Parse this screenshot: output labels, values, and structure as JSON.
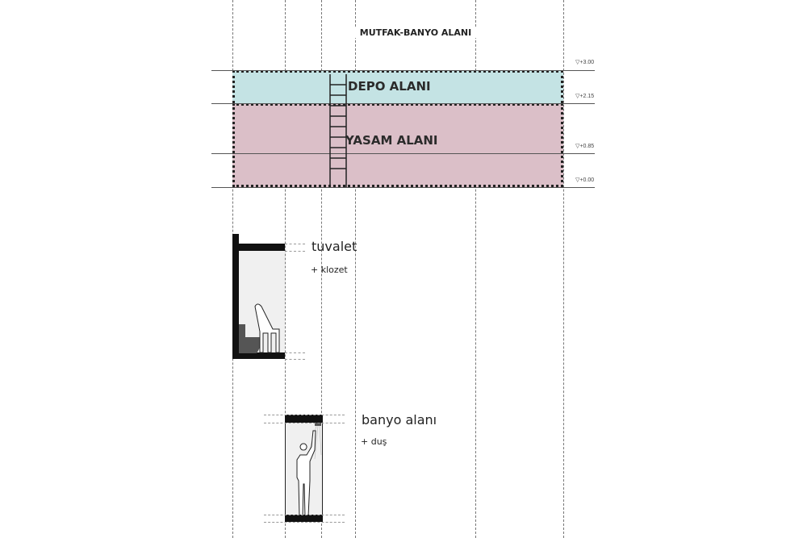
{
  "title": "MUTFAK-BANYO ALANI",
  "zones": [
    {
      "label": "DEPO ALANI",
      "color": "#c4e3e4"
    },
    {
      "label": "YASAM ALANI",
      "color": "#dbbfc8"
    }
  ],
  "levels": [
    "+3.00",
    "+2.15",
    "+0.85",
    "+0.00"
  ],
  "toilet": {
    "title": "tuvalet",
    "sub": "+ klozet"
  },
  "shower": {
    "title": "banyo alanı",
    "sub": "+ duş"
  }
}
